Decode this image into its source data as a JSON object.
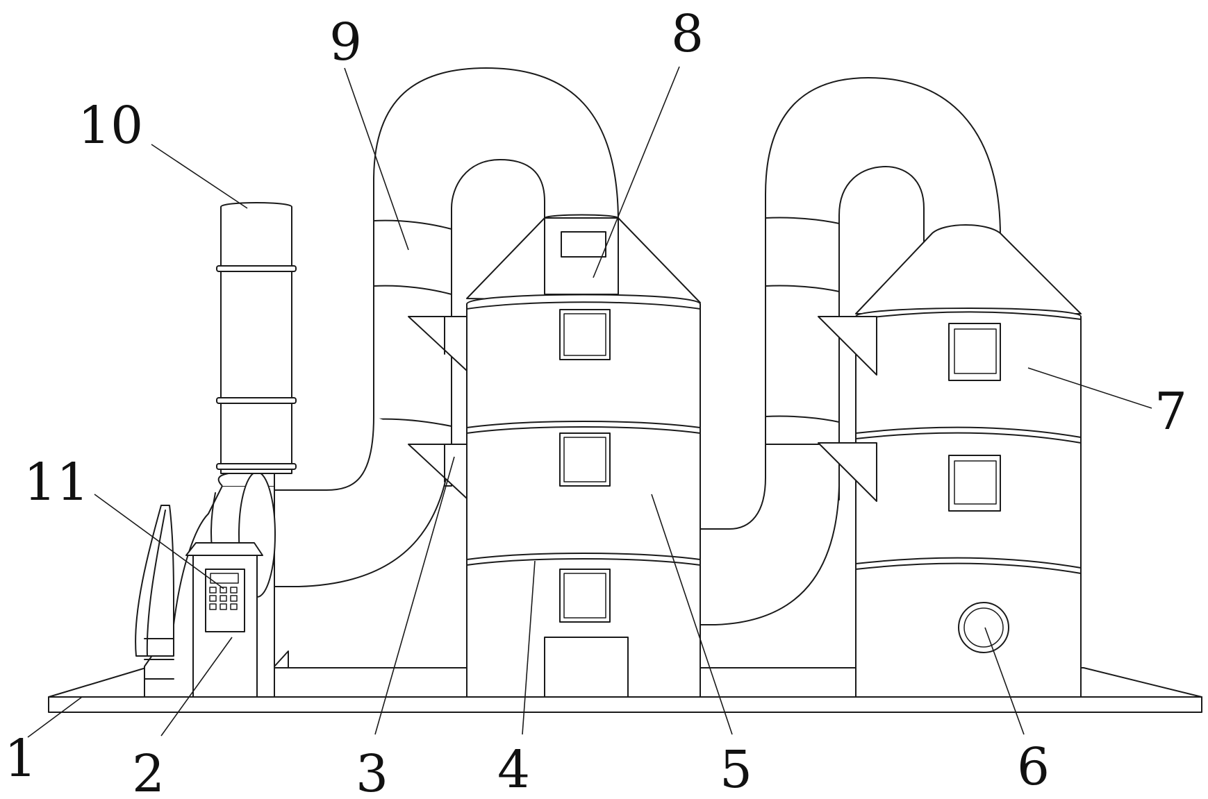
{
  "labels": {
    "n1": "1",
    "n2": "2",
    "n3": "3",
    "n4": "4",
    "n5": "5",
    "n6": "6",
    "n7": "7",
    "n8": "8",
    "n9": "9",
    "n10": "10",
    "n11": "11"
  },
  "colors": {
    "line": "#1a1a1a",
    "background": "#ffffff"
  }
}
